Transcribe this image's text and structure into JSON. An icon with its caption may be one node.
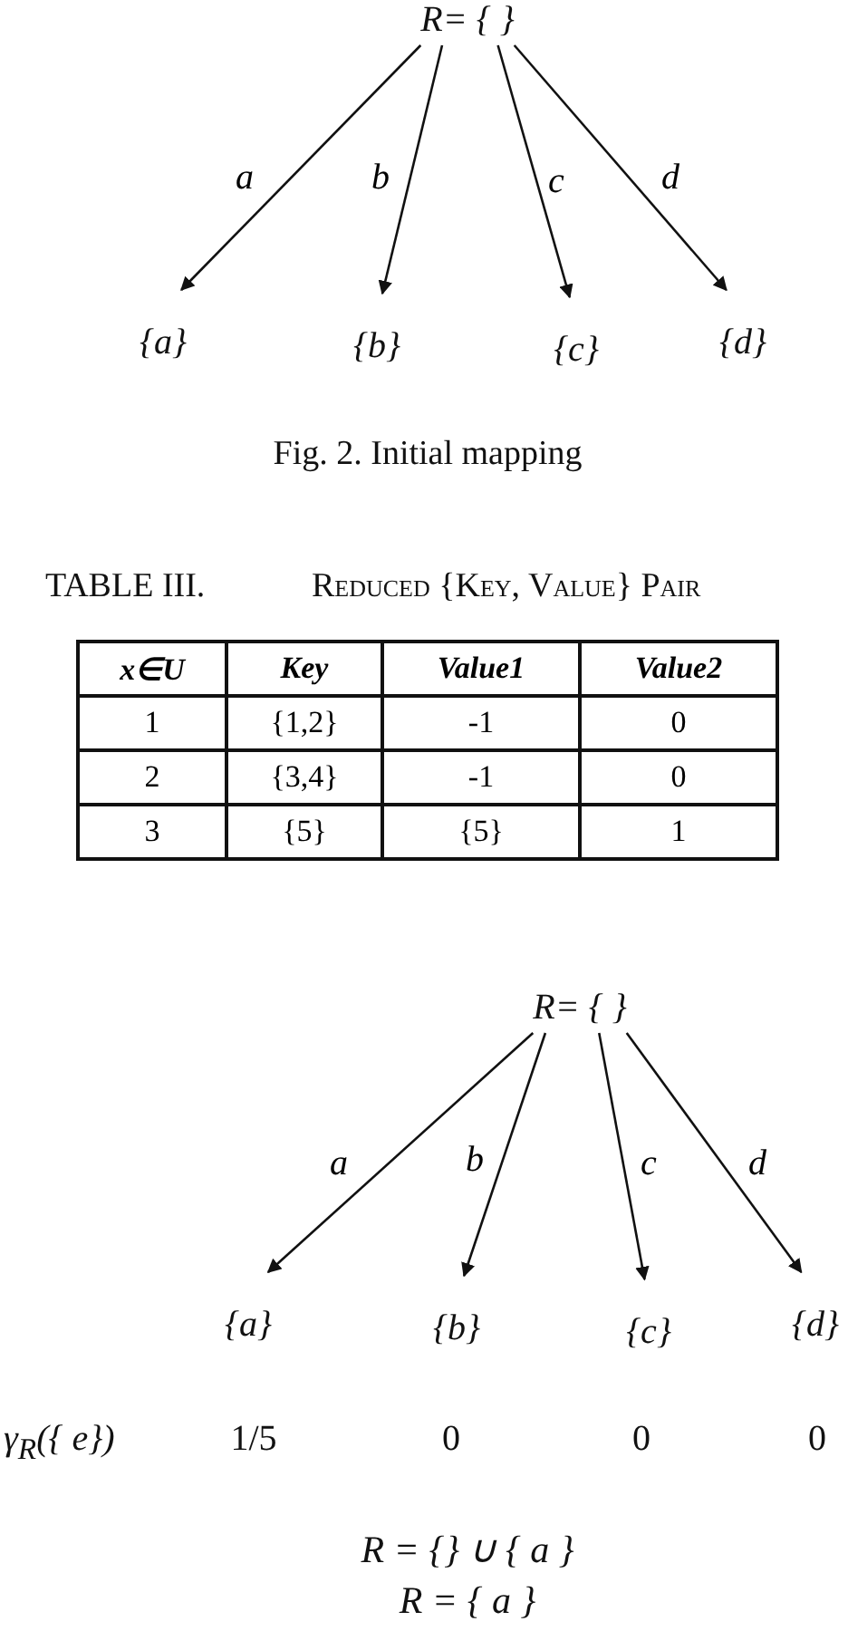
{
  "diagram": {
    "nodes": [
      {
        "text": [
          "R= { }"
        ]
      },
      {
        "text": [
          "{a}"
        ]
      },
      {
        "text": [
          "{b}"
        ]
      },
      {
        "text": [
          "{c}"
        ]
      },
      {
        "text": [
          "{d}"
        ]
      },
      {
        "text": [
          "R= { }"
        ]
      },
      {
        "text": [
          "{a}"
        ]
      },
      {
        "text": [
          "{b}"
        ]
      },
      {
        "text": [
          "{c}"
        ]
      },
      {
        "text": [
          "{d}"
        ]
      }
    ],
    "edges": [
      {
        "from": 0,
        "to": 1,
        "arrow": "to",
        "label": "a"
      },
      {
        "from": 0,
        "to": 2,
        "arrow": "to",
        "label": "b"
      },
      {
        "from": 0,
        "to": 3,
        "arrow": "to",
        "label": "c"
      },
      {
        "from": 0,
        "to": 4,
        "arrow": "to",
        "label": "d"
      },
      {
        "from": 5,
        "to": 6,
        "arrow": "to",
        "label": "a"
      },
      {
        "from": 5,
        "to": 7,
        "arrow": "to",
        "label": "b"
      },
      {
        "from": 5,
        "to": 8,
        "arrow": "to",
        "label": "c"
      },
      {
        "from": 5,
        "to": 9,
        "arrow": "to",
        "label": "d"
      }
    ],
    "labels": [
      "Fig. 2. Initial mapping",
      "TABLE III.",
      "Reduced {Key, Value} Pair",
      "x∈U",
      "Key",
      "Value1",
      "Value2",
      "1",
      "{1,2}",
      "-1",
      "0",
      "2",
      "{3,4}",
      "-1",
      "0",
      "3",
      "{5}",
      "{5}",
      "1",
      "γ$_{R}$({ e})",
      "1/5",
      "0",
      "0",
      "0",
      "R = {} ∪ { a }",
      "R = { a }"
    ]
  }
}
